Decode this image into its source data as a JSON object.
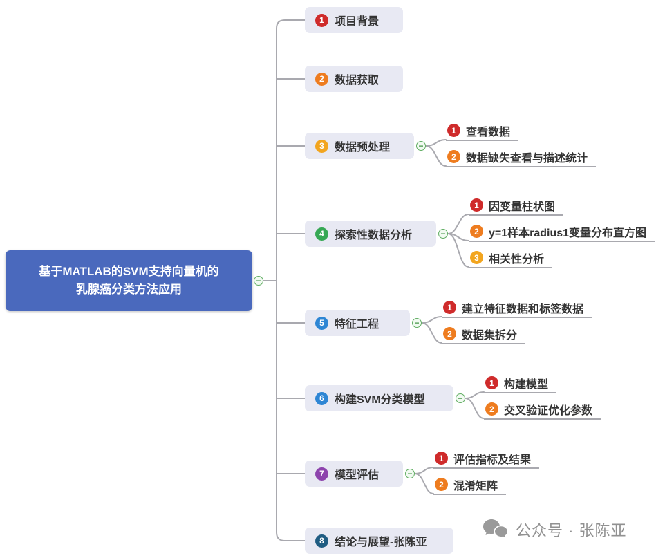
{
  "root": {
    "line1": "基于MATLAB的SVM支持向量机的",
    "line2": "乳腺癌分类方法应用"
  },
  "branches": [
    {
      "num": "1",
      "label": "项目背景",
      "color": "#cf2b2b"
    },
    {
      "num": "2",
      "label": "数据获取",
      "color": "#ee7c1f"
    },
    {
      "num": "3",
      "label": "数据预处理",
      "color": "#f2a51f",
      "children": [
        {
          "num": "1",
          "label": "查看数据",
          "color": "#cf2b2b"
        },
        {
          "num": "2",
          "label": "数据缺失查看与描述统计",
          "color": "#ee7c1f"
        }
      ]
    },
    {
      "num": "4",
      "label": "探索性数据分析",
      "color": "#36a854",
      "children": [
        {
          "num": "1",
          "label": "因变量柱状图",
          "color": "#cf2b2b"
        },
        {
          "num": "2",
          "label": "y=1样本radius1变量分布直方图",
          "color": "#ee7c1f"
        },
        {
          "num": "3",
          "label": "相关性分析",
          "color": "#f2a51f"
        }
      ]
    },
    {
      "num": "5",
      "label": "特征工程",
      "color": "#2e86d4",
      "children": [
        {
          "num": "1",
          "label": "建立特征数据和标签数据",
          "color": "#cf2b2b"
        },
        {
          "num": "2",
          "label": "数据集拆分",
          "color": "#ee7c1f"
        }
      ]
    },
    {
      "num": "6",
      "label": "构建SVM分类模型",
      "color": "#2e86d4",
      "children": [
        {
          "num": "1",
          "label": "构建模型",
          "color": "#cf2b2b"
        },
        {
          "num": "2",
          "label": "交叉验证优化参数",
          "color": "#ee7c1f"
        }
      ]
    },
    {
      "num": "7",
      "label": "模型评估",
      "color": "#8d44ad",
      "children": [
        {
          "num": "1",
          "label": "评估指标及结果",
          "color": "#cf2b2b"
        },
        {
          "num": "2",
          "label": "混淆矩阵",
          "color": "#ee7c1f"
        }
      ]
    },
    {
      "num": "8",
      "label": "结论与展望-张陈亚",
      "color": "#1f5c82"
    }
  ],
  "icons": {
    "collapse": "−"
  },
  "watermark": {
    "text": "公众号 · 张陈亚"
  },
  "colors": {
    "root-bg": "#4a69bd",
    "branch-bg": "#e8e9f3",
    "line": "#a9a9af",
    "collapse-border": "#61ae63",
    "collapse-fg": "#4c9a4e",
    "text": "#333333",
    "watermark": "#919191"
  }
}
